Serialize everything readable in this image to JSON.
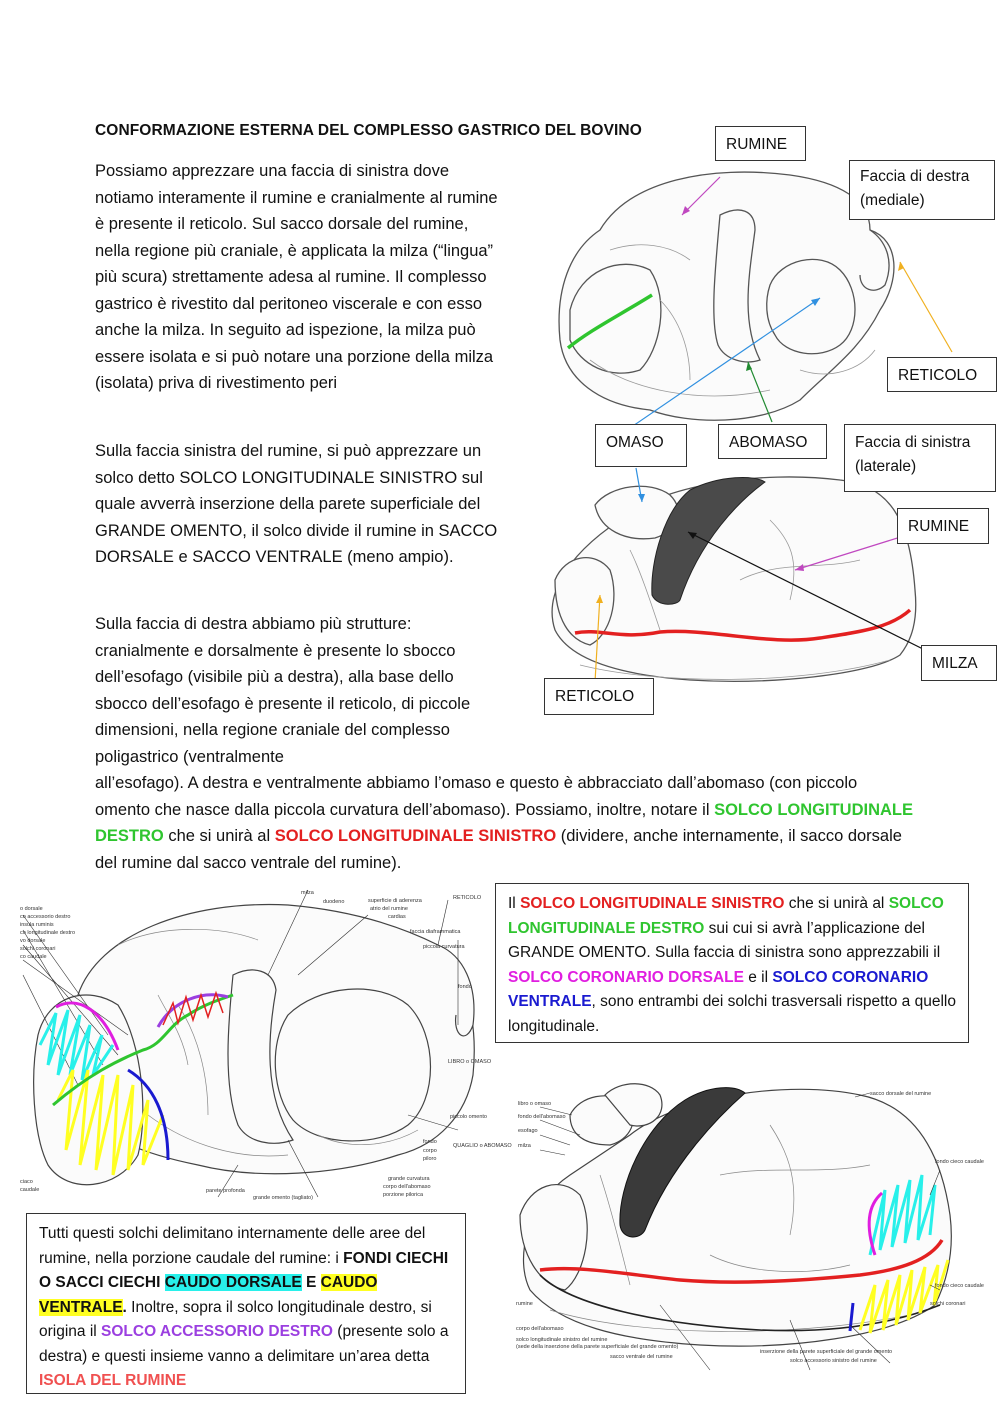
{
  "title": "CONFORMAZIONE ESTERNA DEL COMPLESSO GASTRICO DEL BOVINO",
  "paragraph1": "Possiamo apprezzare una faccia di sinistra dove notiamo interamente il rumine e cranialmente al rumine è presente il reticolo. Sul sacco dorsale del rumine, nella regione più craniale, è applicata la milza (“lingua” più scura) strettamente adesa al rumine. Il complesso gastrico è rivestito dal peritoneo viscerale e con esso anche la milza. In seguito ad ispezione, la milza può essere isolata e si può notare una porzione della milza (isolata) priva di rivestimento peri",
  "paragraph2": "Sulla faccia sinistra del rumine, si può apprezzare un solco detto SOLCO LONGITUDINALE SINISTRO sul quale avverrà inserzione della parete superficiale del GRANDE OMENTO, il solco divide il rumine in SACCO DORSALE e SACCO VENTRALE (meno ampio).",
  "paragraph3": {
    "part1": "Sulla faccia di destra abbiamo più strutture: cranialmente e dorsalmente è presente lo sbocco dell’esofago (visibile più a destra), alla base dello sbocco dell’esofago è presente il reticolo, di piccole dimensioni, nella regione craniale del complesso poligastrico (ventralmente",
    "part2": "all’esofago). A destra e ventralmente abbiamo l’omaso e questo è abbracciato dall’abomaso (con piccolo omento che nasce dalla piccola curvatura dell’abomaso). Possiamo, inoltre, notare il",
    "green_term": "SOLCO LONGITUDINALE DESTRO",
    "mid": " che si unirà al ",
    "red_term": "SOLCO LONGITUDINALE SINISTRO",
    "end": " (dividere, anche internamente, il sacco dorsale del rumine dal sacco ventrale del rumine)."
  },
  "labels": {
    "rumine_top": "RUMINE",
    "faccia_destra": "Faccia di destra (mediale)",
    "reticolo_top": "RETICOLO",
    "omaso": "OMASO",
    "abomaso": "ABOMASO",
    "faccia_sinistra": "Faccia di sinistra (laterale)",
    "rumine_bottom": "RUMINE",
    "milza": "MILZA",
    "reticolo_bottom": "RETICOLO"
  },
  "box_right": {
    "t1": "Il ",
    "red_term": "SOLCO LONGITUDINALE SINISTRO",
    "t2": " che si unirà al ",
    "green_term": "SOLCO LONGITUDINALE DESTRO",
    "t3": " sui cui si avrà l’applicazione del GRANDE OMENTO. Sulla faccia di sinistra sono apprezzabili il ",
    "magenta_term": "SOLCO CORONARIO DORSALE",
    "t4": " e il ",
    "blue_term": "SOLCO CORONARIO VENTRALE",
    "t5": ", sono entrambi dei solchi trasversali rispetto a quello longitudinale."
  },
  "box_left": {
    "t1": "Tutti questi solchi delimitano internamente delle aree del rumine, nella porzione caudale del rumine: i ",
    "bold1": "FONDI CIECHI O SACCI CIECHI",
    "space": " ",
    "cyan_term": "CAUDO DORSALE",
    "e": " E ",
    "yellow_term": "CAUDO VENTRALE",
    "dot": ".",
    "t2": " Inoltre, sopra il solco longitudinale destro, si origina il ",
    "purple_term": "SOLCO ACCESSORIO DESTRO",
    "t3": " (presente solo a destra) e questi insieme vanno a delimitare un’area detta ",
    "salmon_term": "ISOLA DEL RUMINE"
  },
  "figure_bottom_left": {
    "labels": [
      "milza",
      "duodeno",
      "superficie di aderenza",
      "atrio del rumine",
      "cardias",
      "RETICOLO",
      "faccia diaframmatica",
      "piccola curvatura",
      "fondo",
      "LIBRO o OMASO",
      "piccolo omento",
      "fondo",
      "corpo",
      "piloro",
      "QUAGLIO o ABOMASO",
      "grande curvatura",
      "corpo dell'abomaso",
      "porzione pilorica",
      "grande omento (tagliato)",
      "parete profonda",
      "o dorsale",
      "co accessorio destro",
      "insula ruminis",
      "co longitudinale destro",
      "vo dorsale",
      "solchi coronari",
      "co caudale",
      "ciaco",
      "caudale"
    ]
  },
  "figure_bottom_right": {
    "labels": [
      "libro o omaso",
      "fondo dell'abomaso",
      "esofago",
      "milza",
      "sacco dorsale del rumine",
      "fondo cieco caudale",
      "solchi coronari",
      "fondo cieco caudale",
      "rumine",
      "corpo dell'abomaso",
      "solco longitudinale sinistro del rumine",
      "(sede della inserzione della parete superficiale del grande omento)",
      "sacco ventrale del rumine",
      "inserzione della parete superficiale del grande omento",
      "solco accessorio sinistro del rumine"
    ]
  },
  "colors": {
    "green": "#2fc52f",
    "red": "#e32020",
    "magenta": "#e01ee0",
    "blue": "#1a1ad0",
    "purple": "#9b3fe0",
    "cyan": "#28f0ea",
    "yellow": "#ffff22",
    "arrow_magenta": "#c048c0",
    "arrow_blue": "#3090e0",
    "arrow_gold": "#f0b020",
    "arrow_green": "#208a30"
  }
}
